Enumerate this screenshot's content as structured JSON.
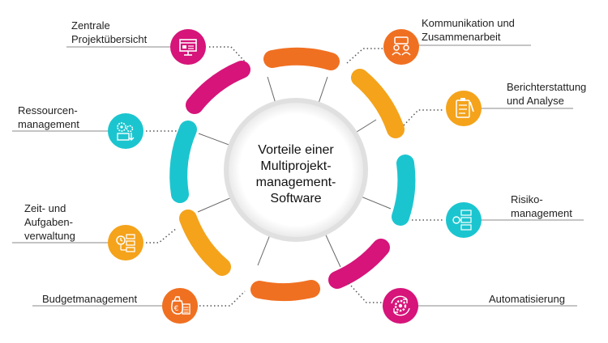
{
  "center": {
    "title": "Vorteile einer\nMultiprojekt-\nmanagement-\nSoftware"
  },
  "items": [
    {
      "label": "Zentrale\nProjektübersicht",
      "icon": "dashboard-icon",
      "color": "#D6147A"
    },
    {
      "label": "Kommunikation und\nZusammenarbeit",
      "icon": "collaboration-icon",
      "color": "#F07021"
    },
    {
      "label": "Berichterstattung\nund Analyse",
      "icon": "clipboard-report-icon",
      "color": "#F4A31B"
    },
    {
      "label": "Ressourcen-\nmanagement",
      "icon": "resource-gears-icon",
      "color": "#1BC5CF"
    },
    {
      "label": "Risiko-\nmanagement",
      "icon": "risk-matrix-icon",
      "color": "#1BC5CF"
    },
    {
      "label": "Zeit- und\nAufgaben-\nverwaltung",
      "icon": "task-clock-icon",
      "color": "#F4A31B"
    },
    {
      "label": "Budgetmanagement",
      "icon": "money-bag-calculator-icon",
      "color": "#F07021"
    },
    {
      "label": "Automatisierung",
      "icon": "gear-cycle-icon",
      "color": "#D6147A"
    }
  ]
}
